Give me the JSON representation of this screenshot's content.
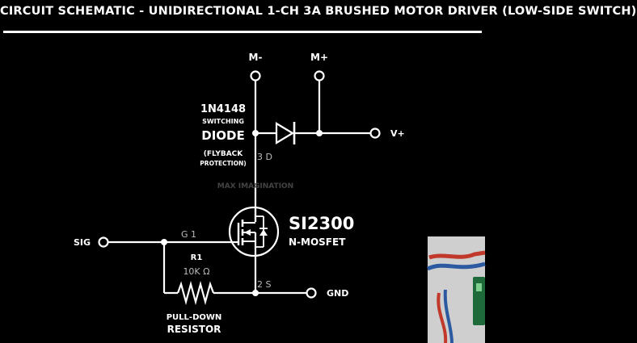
{
  "title": "CIRCUIT SCHEMATIC - UNIDIRECTIONAL 1-CH 3A BRUSHED MOTOR DRIVER (LOW-SIDE SWITCH)",
  "terminals": {
    "m_minus": "M-",
    "m_plus": "M+",
    "v_plus": "V+",
    "sig": "SIG",
    "gnd": "GND"
  },
  "diode": {
    "part": "1N4148",
    "line2": "SWITCHING",
    "line3": "DIODE",
    "note1": "(FLYBACK",
    "note2": "PROTECTION)"
  },
  "mosfet": {
    "part": "SI2300",
    "type": "N-MOSFET",
    "pin_drain": "3  D",
    "pin_gate": "G  1",
    "pin_source": "2  S"
  },
  "resistor": {
    "ref": "R1",
    "value": "10K Ω",
    "label1": "PULL-DOWN",
    "label2": "RESISTOR"
  },
  "watermark": "MAX IMAGINATION",
  "colors": {
    "background": "#000000",
    "wire": "#ffffff",
    "text": "#ffffff"
  }
}
